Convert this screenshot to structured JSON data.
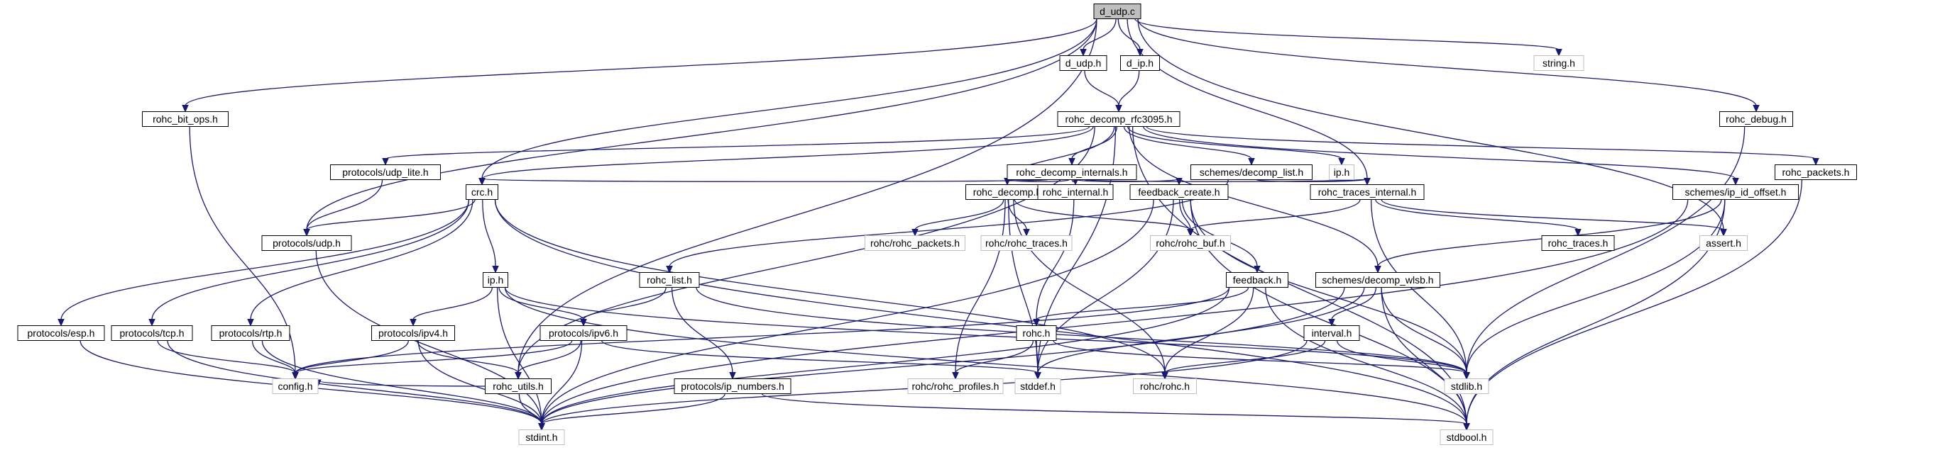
{
  "graph": {
    "root": "d_udp.c",
    "nodes": [
      {
        "id": "d_udp_c",
        "label": "d_udp.c",
        "kind": "root"
      },
      {
        "id": "d_udp_h",
        "label": "d_udp.h",
        "kind": "normal"
      },
      {
        "id": "d_ip_h",
        "label": "d_ip.h",
        "kind": "normal"
      },
      {
        "id": "string_h",
        "label": "string.h",
        "kind": "missing"
      },
      {
        "id": "rohc_bit_ops_h",
        "label": "rohc_bit_ops.h",
        "kind": "normal"
      },
      {
        "id": "rohc_decomp_rfc3095_h",
        "label": "rohc_decomp_rfc3095.h",
        "kind": "normal"
      },
      {
        "id": "rohc_debug_h",
        "label": "rohc_debug.h",
        "kind": "normal"
      },
      {
        "id": "protocols_udp_lite_h",
        "label": "protocols/udp_lite.h",
        "kind": "normal"
      },
      {
        "id": "rohc_decomp_internals_h",
        "label": "rohc_decomp_internals.h",
        "kind": "normal"
      },
      {
        "id": "schemes_decomp_list_h",
        "label": "schemes/decomp_list.h",
        "kind": "normal"
      },
      {
        "id": "ip_h_missing",
        "label": "ip.h",
        "kind": "missing"
      },
      {
        "id": "rohc_packets_h",
        "label": "rohc_packets.h",
        "kind": "normal"
      },
      {
        "id": "crc_h",
        "label": "crc.h",
        "kind": "normal"
      },
      {
        "id": "rohc_decomp_h",
        "label": "rohc_decomp.h",
        "kind": "normal"
      },
      {
        "id": "rohc_internal_h",
        "label": "rohc_internal.h",
        "kind": "normal"
      },
      {
        "id": "feedback_create_h",
        "label": "feedback_create.h",
        "kind": "normal"
      },
      {
        "id": "rohc_traces_internal_h",
        "label": "rohc_traces_internal.h",
        "kind": "normal"
      },
      {
        "id": "schemes_ip_id_offset_h",
        "label": "schemes/ip_id_offset.h",
        "kind": "normal"
      },
      {
        "id": "protocols_udp_h",
        "label": "protocols/udp.h",
        "kind": "normal"
      },
      {
        "id": "rohc_list_h",
        "label": "rohc_list.h",
        "kind": "normal"
      },
      {
        "id": "rohc_rohc_packets_h",
        "label": "rohc/rohc_packets.h",
        "kind": "missing"
      },
      {
        "id": "rohc_rohc_traces_h",
        "label": "rohc/rohc_traces.h",
        "kind": "missing"
      },
      {
        "id": "rohc_rohc_buf_h",
        "label": "rohc/rohc_buf.h",
        "kind": "missing"
      },
      {
        "id": "rohc_traces_h",
        "label": "rohc_traces.h",
        "kind": "normal"
      },
      {
        "id": "assert_h",
        "label": "assert.h",
        "kind": "missing"
      },
      {
        "id": "schemes_decomp_wlsb_h",
        "label": "schemes/decomp_wlsb.h",
        "kind": "normal"
      },
      {
        "id": "ip_h",
        "label": "ip.h",
        "kind": "normal"
      },
      {
        "id": "feedback_h",
        "label": "feedback.h",
        "kind": "normal"
      },
      {
        "id": "protocols_esp_h",
        "label": "protocols/esp.h",
        "kind": "normal"
      },
      {
        "id": "protocols_tcp_h",
        "label": "protocols/tcp.h",
        "kind": "normal"
      },
      {
        "id": "protocols_rtp_h",
        "label": "protocols/rtp.h",
        "kind": "normal"
      },
      {
        "id": "protocols_ipv4_h",
        "label": "protocols/ipv4.h",
        "kind": "normal"
      },
      {
        "id": "protocols_ipv6_h",
        "label": "protocols/ipv6.h",
        "kind": "normal"
      },
      {
        "id": "rohc_h",
        "label": "rohc.h",
        "kind": "normal"
      },
      {
        "id": "interval_h",
        "label": "interval.h",
        "kind": "normal"
      },
      {
        "id": "config_h",
        "label": "config.h",
        "kind": "missing"
      },
      {
        "id": "rohc_utils_h",
        "label": "rohc_utils.h",
        "kind": "normal"
      },
      {
        "id": "rohc_rohc_profiles_h",
        "label": "rohc/rohc_profiles.h",
        "kind": "missing"
      },
      {
        "id": "stddef_h",
        "label": "stddef.h",
        "kind": "missing"
      },
      {
        "id": "rohc_rohc_h",
        "label": "rohc/rohc.h",
        "kind": "missing"
      },
      {
        "id": "stdlib_h",
        "label": "stdlib.h",
        "kind": "missing"
      },
      {
        "id": "protocols_ip_numbers_h",
        "label": "protocols/ip_numbers.h",
        "kind": "normal"
      },
      {
        "id": "stdint_h",
        "label": "stdint.h",
        "kind": "missing"
      },
      {
        "id": "stdbool_h",
        "label": "stdbool.h",
        "kind": "missing"
      }
    ],
    "edges": [
      [
        "d_udp_c",
        "d_udp_h"
      ],
      [
        "d_udp_c",
        "d_ip_h"
      ],
      [
        "d_udp_c",
        "string_h"
      ],
      [
        "d_udp_c",
        "rohc_bit_ops_h"
      ],
      [
        "d_udp_c",
        "rohc_debug_h"
      ],
      [
        "d_udp_c",
        "crc_h"
      ],
      [
        "d_udp_c",
        "protocols_udp_h"
      ],
      [
        "d_udp_c",
        "rohc_utils_h"
      ],
      [
        "d_udp_c",
        "rohc_traces_internal_h"
      ],
      [
        "d_udp_c",
        "assert_h"
      ],
      [
        "d_udp_h",
        "rohc_decomp_rfc3095_h"
      ],
      [
        "d_ip_h",
        "rohc_decomp_rfc3095_h"
      ],
      [
        "rohc_decomp_rfc3095_h",
        "protocols_udp_lite_h"
      ],
      [
        "rohc_decomp_rfc3095_h",
        "rohc_decomp_internals_h"
      ],
      [
        "rohc_decomp_rfc3095_h",
        "schemes_decomp_list_h"
      ],
      [
        "rohc_decomp_rfc3095_h",
        "ip_h_missing"
      ],
      [
        "rohc_decomp_rfc3095_h",
        "rohc_packets_h"
      ],
      [
        "rohc_decomp_rfc3095_h",
        "crc_h"
      ],
      [
        "rohc_decomp_rfc3095_h",
        "rohc_decomp_h"
      ],
      [
        "rohc_decomp_rfc3095_h",
        "schemes_ip_id_offset_h"
      ],
      [
        "rohc_decomp_rfc3095_h",
        "schemes_decomp_wlsb_h"
      ],
      [
        "rohc_decomp_rfc3095_h",
        "rohc_utils_h"
      ],
      [
        "rohc_decomp_rfc3095_h",
        "stddef_h"
      ],
      [
        "rohc_decomp_rfc3095_h",
        "stdbool_h"
      ],
      [
        "rohc_decomp_internals_h",
        "crc_h"
      ],
      [
        "rohc_decomp_internals_h",
        "rohc_decomp_h"
      ],
      [
        "rohc_decomp_internals_h",
        "rohc_internal_h"
      ],
      [
        "rohc_decomp_internals_h",
        "feedback_create_h"
      ],
      [
        "rohc_decomp_internals_h",
        "rohc_traces_internal_h"
      ],
      [
        "schemes_decomp_list_h",
        "rohc_list_h"
      ],
      [
        "schemes_decomp_list_h",
        "rohc_traces_internal_h"
      ],
      [
        "rohc_debug_h",
        "stdlib_h"
      ],
      [
        "rohc_packets_h",
        "stdbool_h"
      ],
      [
        "protocols_udp_lite_h",
        "protocols_udp_h"
      ],
      [
        "rohc_bit_ops_h",
        "config_h"
      ],
      [
        "crc_h",
        "protocols_udp_h"
      ],
      [
        "crc_h",
        "ip_h"
      ],
      [
        "crc_h",
        "protocols_esp_h"
      ],
      [
        "crc_h",
        "protocols_tcp_h"
      ],
      [
        "crc_h",
        "protocols_rtp_h"
      ],
      [
        "crc_h",
        "rohc_rohc_h"
      ],
      [
        "crc_h",
        "stdbool_h"
      ],
      [
        "rohc_decomp_h",
        "rohc_rohc_packets_h"
      ],
      [
        "rohc_decomp_h",
        "rohc_rohc_traces_h"
      ],
      [
        "rohc_decomp_h",
        "rohc_rohc_buf_h"
      ],
      [
        "rohc_decomp_h",
        "rohc_rohc_profiles_h"
      ],
      [
        "rohc_decomp_h",
        "stddef_h"
      ],
      [
        "rohc_decomp_h",
        "rohc_rohc_h"
      ],
      [
        "rohc_internal_h",
        "rohc_h"
      ],
      [
        "feedback_create_h",
        "feedback_h"
      ],
      [
        "feedback_create_h",
        "rohc_rohc_buf_h"
      ],
      [
        "feedback_create_h",
        "stdint_h"
      ],
      [
        "feedback_create_h",
        "stddef_h"
      ],
      [
        "feedback_create_h",
        "stdlib_h"
      ],
      [
        "feedback_create_h",
        "stdbool_h"
      ],
      [
        "rohc_traces_internal_h",
        "rohc_traces_h"
      ],
      [
        "rohc_traces_internal_h",
        "rohc_rohc_buf_h"
      ],
      [
        "rohc_traces_internal_h",
        "assert_h"
      ],
      [
        "rohc_traces_internal_h",
        "stdlib_h"
      ],
      [
        "schemes_ip_id_offset_h",
        "schemes_decomp_wlsb_h"
      ],
      [
        "schemes_ip_id_offset_h",
        "stdlib_h"
      ],
      [
        "schemes_ip_id_offset_h",
        "stdint_h"
      ],
      [
        "schemes_ip_id_offset_h",
        "stdbool_h"
      ],
      [
        "protocols_udp_h",
        "stdint_h"
      ],
      [
        "rohc_list_h",
        "protocols_ipv6_h"
      ],
      [
        "rohc_list_h",
        "protocols_ip_numbers_h"
      ],
      [
        "rohc_list_h",
        "stdlib_h"
      ],
      [
        "schemes_decomp_wlsb_h",
        "interval_h"
      ],
      [
        "schemes_decomp_wlsb_h",
        "stddef_h"
      ],
      [
        "schemes_decomp_wlsb_h",
        "stdlib_h"
      ],
      [
        "schemes_decomp_wlsb_h",
        "stdint_h"
      ],
      [
        "schemes_decomp_wlsb_h",
        "stdbool_h"
      ],
      [
        "ip_h",
        "protocols_ipv4_h"
      ],
      [
        "ip_h",
        "protocols_ipv6_h"
      ],
      [
        "ip_h",
        "stdlib_h"
      ],
      [
        "ip_h",
        "stdint_h"
      ],
      [
        "ip_h",
        "stdbool_h"
      ],
      [
        "feedback_h",
        "rohc_h"
      ],
      [
        "feedback_h",
        "rohc_rohc_h"
      ],
      [
        "feedback_h",
        "stdint_h"
      ],
      [
        "feedback_h",
        "stdbool_h"
      ],
      [
        "feedback_h",
        "config_h"
      ],
      [
        "protocols_esp_h",
        "stdint_h"
      ],
      [
        "protocols_tcp_h",
        "config_h"
      ],
      [
        "protocols_tcp_h",
        "stdint_h"
      ],
      [
        "protocols_rtp_h",
        "config_h"
      ],
      [
        "protocols_rtp_h",
        "stdint_h"
      ],
      [
        "protocols_ipv4_h",
        "config_h"
      ],
      [
        "protocols_ipv4_h",
        "rohc_utils_h"
      ],
      [
        "protocols_ipv4_h",
        "stdint_h"
      ],
      [
        "protocols_ipv6_h",
        "config_h"
      ],
      [
        "protocols_ipv6_h",
        "rohc_utils_h"
      ],
      [
        "protocols_ipv6_h",
        "stdint_h"
      ],
      [
        "protocols_ipv6_h",
        "stddef_h"
      ],
      [
        "rohc_h",
        "rohc_rohc_profiles_h"
      ],
      [
        "rohc_h",
        "stddef_h"
      ],
      [
        "rohc_h",
        "stdlib_h"
      ],
      [
        "interval_h",
        "rohc_rohc_h"
      ],
      [
        "interval_h",
        "stdlib_h"
      ],
      [
        "interval_h",
        "stdint_h"
      ],
      [
        "rohc_utils_h",
        "config_h"
      ],
      [
        "rohc_utils_h",
        "stdint_h"
      ],
      [
        "protocols_ip_numbers_h",
        "stdint_h"
      ],
      [
        "protocols_ip_numbers_h",
        "stdbool_h"
      ]
    ]
  }
}
